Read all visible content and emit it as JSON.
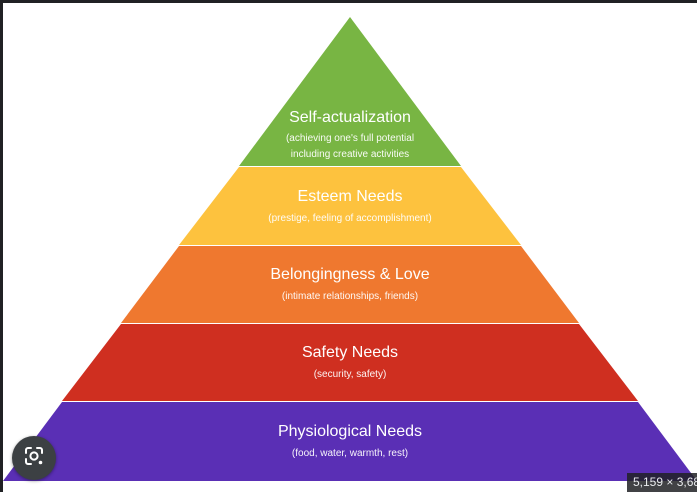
{
  "pyramid": {
    "tiers": [
      {
        "title": "Self-actualization",
        "subtitle_line1": "(achieving one's full potential",
        "subtitle_line2": "including creative activities",
        "color": "#78b543"
      },
      {
        "title": "Esteem Needs",
        "subtitle": "(prestige, feeling of accomplishment)",
        "color": "#fdc23e"
      },
      {
        "title": "Belongingness & Love",
        "subtitle": "(intimate relationships, friends)",
        "color": "#ef782f"
      },
      {
        "title": "Safety Needs",
        "subtitle": "(security, safety)",
        "color": "#cf2f20"
      },
      {
        "title": "Physiological Needs",
        "subtitle": "(food, water, warmth, rest)",
        "color": "#5a2fb5"
      }
    ]
  },
  "overlay": {
    "lens_icon": "google-lens-icon",
    "dimensions": "5,159 × 3,68"
  }
}
